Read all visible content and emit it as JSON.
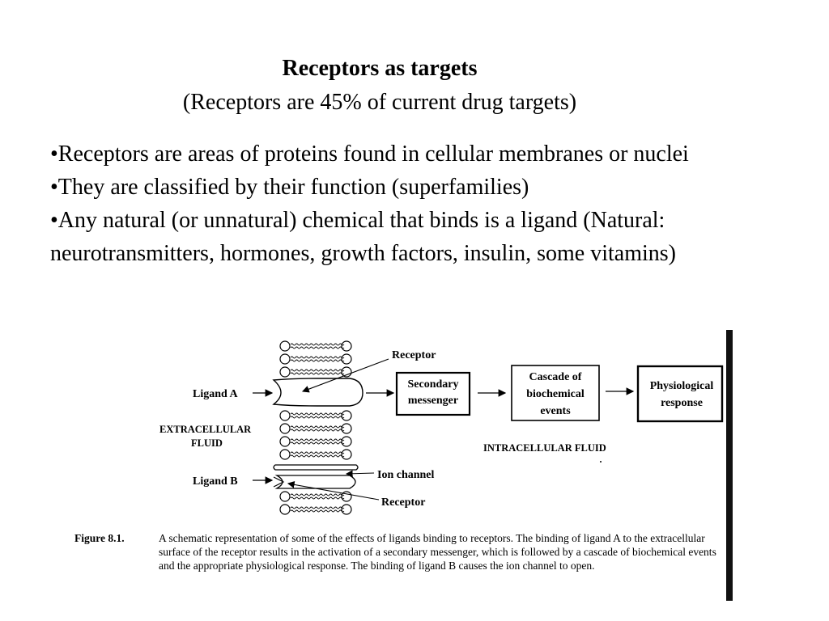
{
  "slide": {
    "title": "Receptors as targets",
    "subtitle": "(Receptors are 45% of current drug targets)",
    "bullets": [
      "•Receptors are areas of proteins found in cellular membranes or nuclei",
      "•They are classified by their function (superfamilies)",
      "•Any natural (or unnatural) chemical that binds is a ligand (Natural:  neurotransmitters, hormones, growth factors, insulin, some vitamins)"
    ]
  },
  "figure": {
    "labels": {
      "receptor_top": "Receptor",
      "ligand_a": "Ligand A",
      "extracellular_1": "EXTRACELLULAR",
      "extracellular_2": "FLUID",
      "ligand_b": "Ligand B",
      "ion_channel": "Ion channel",
      "receptor_bottom": "Receptor",
      "intracellular": "INTRACELLULAR FLUID"
    },
    "boxes": {
      "secondary_1": "Secondary",
      "secondary_2": "messenger",
      "cascade_1": "Cascade of",
      "cascade_2": "biochemical",
      "cascade_3": "events",
      "physio_1": "Physiological",
      "physio_2": "response"
    },
    "caption": {
      "number": "Figure 8.1.",
      "text": "A schematic representation of some of the effects of ligands binding to receptors. The binding of ligand A to the extracellular surface of the receptor results in the activation of a secondary messenger, which is followed by a cascade of biochemical events and the appropriate physiological response. The binding of ligand B causes the ion channel to open."
    }
  }
}
